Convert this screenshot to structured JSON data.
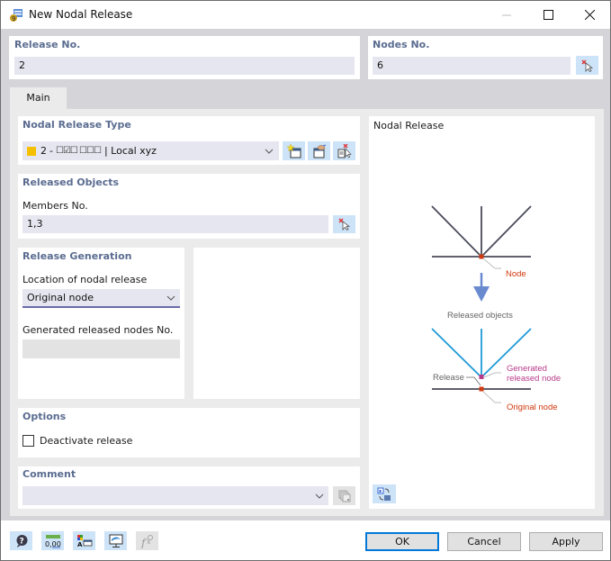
{
  "window": {
    "title": "New Nodal Release",
    "controls": [
      "minimize",
      "maximize",
      "close"
    ]
  },
  "release_no": {
    "label": "Release No.",
    "value": "2"
  },
  "nodes_no": {
    "label": "Nodes No.",
    "value": "6"
  },
  "tabs": [
    {
      "label": "Main",
      "active": true
    }
  ],
  "nodal_release_type": {
    "label": "Nodal Release Type",
    "selected": {
      "color": "#f5c000",
      "number": "2",
      "separator": "-",
      "symbols": "☐☑☐ ☐☐☐",
      "suffix": "| Local xyz"
    },
    "buttons": [
      "new-type",
      "edit-type",
      "select-from-model"
    ]
  },
  "released_objects": {
    "label": "Released Objects",
    "members_label": "Members No.",
    "members_value": "1,3"
  },
  "release_generation": {
    "label": "Release Generation",
    "location_label": "Location of nodal release",
    "location_value": "Original node",
    "generated_label": "Generated released nodes No.",
    "generated_value": ""
  },
  "options": {
    "label": "Options",
    "deactivate_label": "Deactivate release",
    "deactivate_checked": false
  },
  "comment": {
    "label": "Comment",
    "value": ""
  },
  "preview": {
    "title": "Nodal Release",
    "labels": {
      "node": "Node",
      "released_objects": "Released objects",
      "release": "Release",
      "generated_line1": "Generated",
      "generated_line2": "released node",
      "original_node": "Original node"
    },
    "colors": {
      "member_top": "#4a4a5a",
      "member_released": "#1e9ad6",
      "node": "#d03a10",
      "generated_node": "#b83a8a",
      "arrow": "#6a8ad0",
      "leader": "#aaaaaa"
    }
  },
  "footer": {
    "tools": [
      "help-icon",
      "units-icon",
      "display-properties-icon",
      "view-icon",
      "formula-icon"
    ],
    "units_text": "0,00",
    "buttons": {
      "ok": "OK",
      "cancel": "Cancel",
      "apply": "Apply"
    }
  }
}
